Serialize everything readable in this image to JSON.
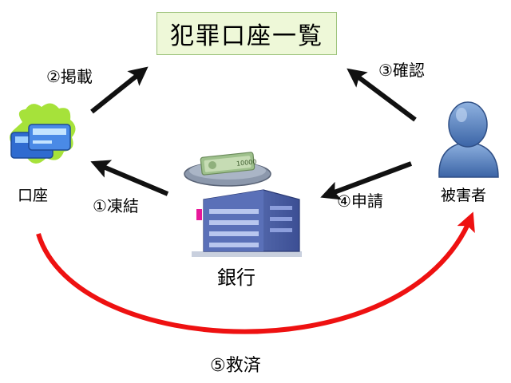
{
  "title": "犯罪口座一覧",
  "nodes": {
    "account": "口座",
    "victim": "被害者",
    "bank": "銀行"
  },
  "steps": {
    "step1": "①凍結",
    "step2": "②掲載",
    "step3": "③確認",
    "step4": "④申請",
    "step5": "⑤救済"
  },
  "banknote_text": "10000",
  "colors": {
    "title_bg": "#eef8d8",
    "title_border": "#9cc27a",
    "arrow_black": "#111111",
    "arrow_red": "#ee1111",
    "card_splash": "#a6e23a",
    "card_blue": "#3a78d8",
    "victim_blue": "#4a78b8",
    "bank_blue": "#4d61a8",
    "bank_pink": "#e8189a",
    "tray_gray": "#9aa6b8",
    "banknote_green": "#a8c89a"
  },
  "icons": {
    "account": "credit-card-icon",
    "victim": "person-icon",
    "bank": "bank-building-icon",
    "money": "money-tray-icon"
  }
}
